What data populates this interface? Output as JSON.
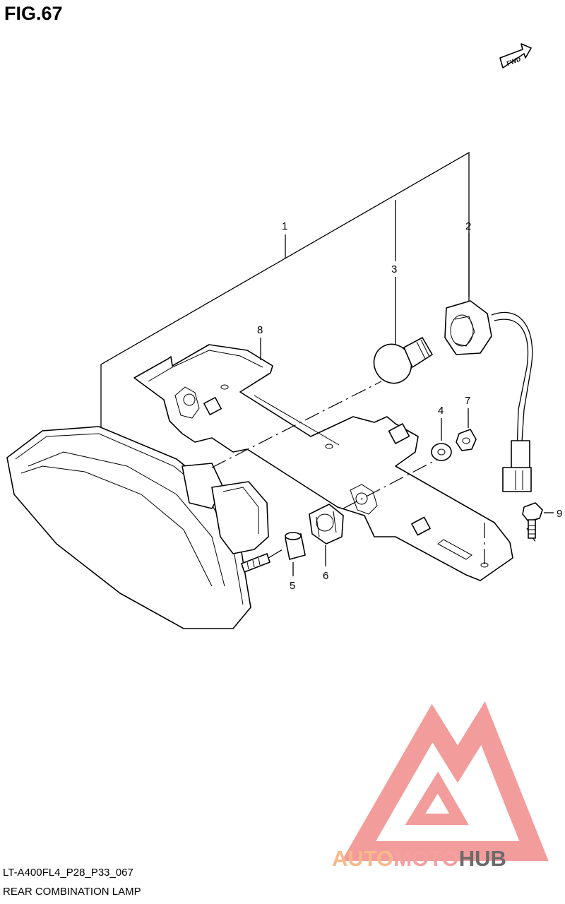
{
  "figure": {
    "title": "FIG.67"
  },
  "footer": {
    "code": "LT-A400FL4_P28_P33_067",
    "caption": "REAR COMBINATION LAMP"
  },
  "direction_badge": {
    "label": "FWD"
  },
  "callouts": [
    {
      "id": "1",
      "label": "1"
    },
    {
      "id": "2",
      "label": "2"
    },
    {
      "id": "3",
      "label": "3"
    },
    {
      "id": "4",
      "label": "4"
    },
    {
      "id": "5",
      "label": "5"
    },
    {
      "id": "6",
      "label": "6"
    },
    {
      "id": "7",
      "label": "7"
    },
    {
      "id": "8",
      "label": "8"
    },
    {
      "id": "9",
      "label": "9"
    }
  ],
  "watermark": {
    "word_1": "AUTO",
    "word_2": "MOTO",
    "word_3": "HUB",
    "colors": {
      "auto": "#f7b98a",
      "moto": "#f4a0a0",
      "hub": "#6b6b6b",
      "logo": "#f28b8b"
    }
  }
}
